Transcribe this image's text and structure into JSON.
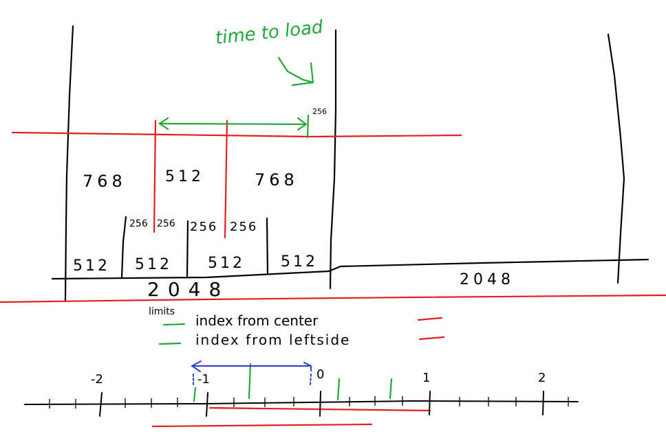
{
  "annotations": {
    "time_to_load": "time to load",
    "small_256": "256"
  },
  "blocks": {
    "left": "768",
    "center": "512",
    "right": "768"
  },
  "halves": [
    "256",
    "256",
    "256",
    "256"
  ],
  "chunks": [
    "512",
    "512",
    "512",
    "512"
  ],
  "totals": {
    "left": "2048",
    "right": "2048"
  },
  "legend": {
    "title": "limits",
    "items": [
      {
        "label": "index from center",
        "color": "#e02020"
      },
      {
        "label": "index from leftside",
        "color": "#e02020"
      }
    ]
  },
  "number_line": {
    "ticks": [
      "-2",
      "-1",
      "0",
      "1",
      "2"
    ]
  },
  "colors": {
    "ink": "#000000",
    "green": "#1fa83a",
    "red": "#e02020",
    "blue": "#2b3fcf"
  }
}
